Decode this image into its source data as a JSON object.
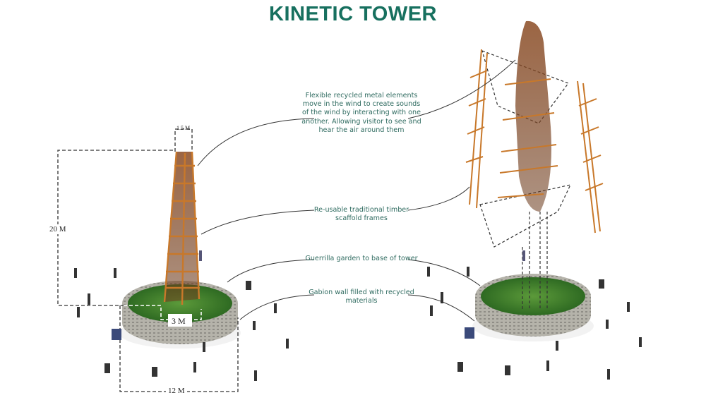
{
  "title": "KINETIC TOWER",
  "annotations": [
    {
      "text": "Flexible recycled metal elements move in the wind to create sounds of the wind by interacting with one another. Allowing visitor to see and hear the air around them"
    },
    {
      "text": "Re-usable traditional timber scaffold frames"
    },
    {
      "text": "Guerrilla garden to base of tower"
    },
    {
      "text": "Gabion wall filled with recycled materials"
    }
  ],
  "dimensions": {
    "top_width": "1.5 M",
    "height": "20 M",
    "base_width": "3 M",
    "plinth_diameter": "12 M"
  },
  "colors": {
    "title": "#17705f",
    "note_text": "#2f6b60",
    "timber": "#c8782a",
    "garden": "#3f7f2a",
    "gabion": "#b8b8b0"
  }
}
